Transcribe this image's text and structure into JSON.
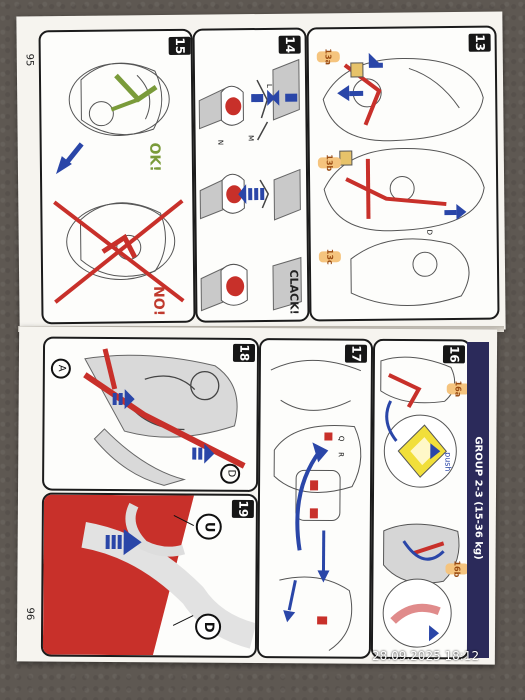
{
  "top_page": {
    "page_number": "95",
    "panels": {
      "p13": {
        "number": "13",
        "sub_a": "13a",
        "sub_b": "13b",
        "sub_c": "13c",
        "letter_d": "D"
      },
      "p14": {
        "number": "14",
        "letter_l": "L",
        "letter_m": "M",
        "letter_n": "N",
        "clack": "CLACK!"
      },
      "p15": {
        "number": "15",
        "ok": "OK!",
        "no": "NO!"
      }
    }
  },
  "bottom_page": {
    "page_number": "96",
    "group_label": "GROUP 2-3 (15-36 kg)",
    "panels": {
      "p16": {
        "number": "16",
        "sub_a": "16a",
        "sub_b": "16b",
        "push": "push"
      },
      "p17": {
        "number": "17",
        "letter_q": "Q",
        "letter_r": "R"
      },
      "p18": {
        "number": "18",
        "letter_a": "A",
        "letter_d": "D"
      },
      "p19": {
        "number": "19",
        "letter_u": "U",
        "letter_d": "D"
      }
    }
  },
  "timestamp": "28.09.2025 18:12",
  "colors": {
    "belt_red": "#c8302a",
    "arrow_blue": "#2a46a8",
    "navy_bar": "#2b2a5a",
    "ok_green": "#7a9b3a",
    "sub_badge": "#f5c47e"
  }
}
